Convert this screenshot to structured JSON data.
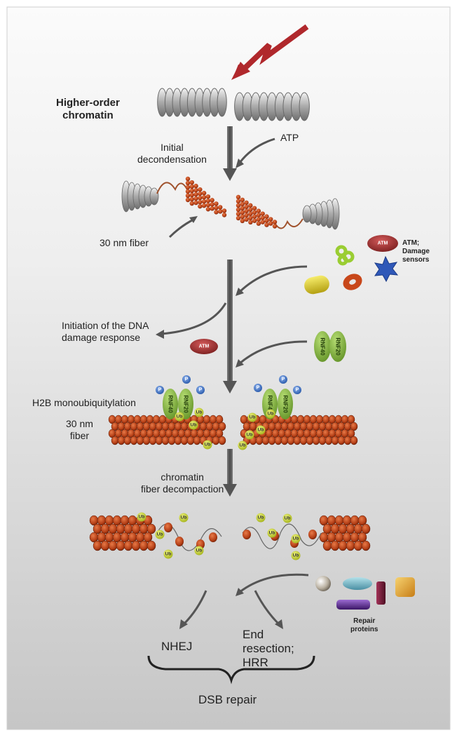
{
  "labels": {
    "higher_order": "Higher-order\nchromatin",
    "atp": "ATP",
    "initial_decondensation": "Initial\ndecondensation",
    "fiber_30nm_top": "30 nm fiber",
    "atm_damage_sensors": "ATM;\nDamage\nsensors",
    "initiation_ddr": "Initiation of the DNA\ndamage response",
    "h2b_monoubiquitylation": "H2B monoubiquitylation",
    "fiber_30nm_mid": "30 nm\nfiber",
    "chromatin_decompaction": "chromatin\nfiber decompaction",
    "repair_proteins": "Repair\nproteins",
    "nhej": "NHEJ",
    "end_resection": "End\nresection;\nHRR",
    "dsb_repair": "DSB repair"
  },
  "badges": {
    "atm": "ATM",
    "rnf40": "RNF40",
    "rnf20": "RNF20",
    "p": "P",
    "ub": "Ub"
  },
  "colors": {
    "background_top": "#f4f4f4",
    "background_bottom": "#c8c8c8",
    "damage_bolt": "#b0282c",
    "arrow": "#555555",
    "nucleosome": "#c2451d",
    "rnf_green": "#7fb23a",
    "ub_yellow": "#c7d42a",
    "phospho_blue": "#3a6fc4",
    "atm_red": "#8e2424",
    "repair_purple": "#5b2c8a"
  }
}
